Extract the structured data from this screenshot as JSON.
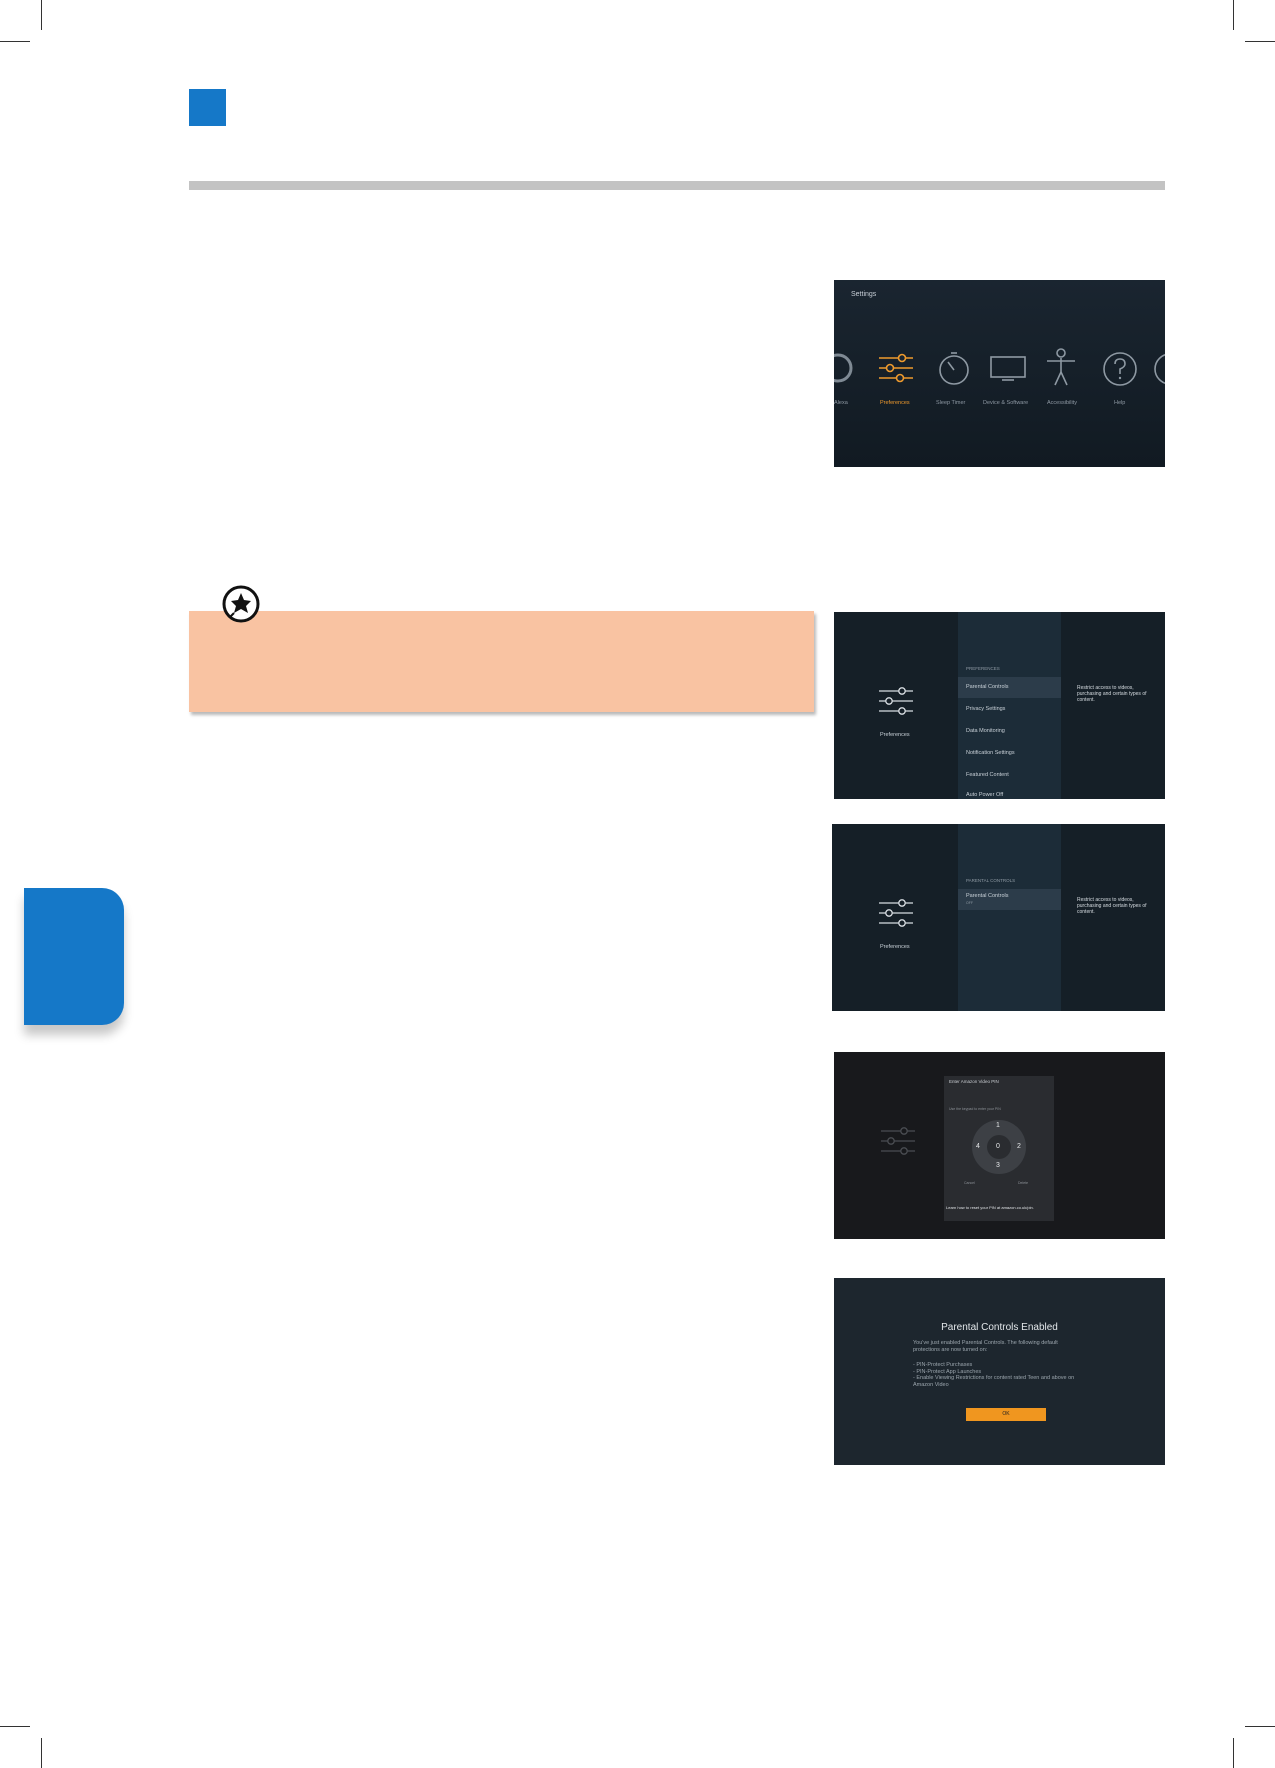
{
  "settings_screen": {
    "title": "Settings",
    "items": [
      {
        "label": "Preferences",
        "icon": "sliders-icon"
      },
      {
        "label": "Sleep Timer",
        "icon": "stopwatch-icon"
      },
      {
        "label": "Device & Software",
        "icon": "tv-icon"
      },
      {
        "label": "Accessibility",
        "icon": "person-icon"
      },
      {
        "label": "Help",
        "icon": "question-icon"
      }
    ],
    "partial_left_label": "Alexa"
  },
  "preferences_screen": {
    "left_label": "Preferences",
    "header": "PREFERENCES",
    "items": [
      "Parental Controls",
      "Privacy Settings",
      "Data Monitoring",
      "Notification Settings",
      "Featured Content",
      "Auto Power Off"
    ],
    "description": "Restrict access to videos, purchasing and certain types of content."
  },
  "parental_screen": {
    "left_label": "Preferences",
    "header": "PARENTAL CONTROLS",
    "item": "Parental Controls",
    "item_sub": "OFF",
    "description": "Restrict access to videos, purchasing and certain types of content."
  },
  "pin_screen": {
    "title": "Enter Amazon Video PIN",
    "hint": "Use the keypad to enter your PIN",
    "digits": {
      "top": "1",
      "center": "0",
      "right": "2",
      "bottom": "3",
      "left": "4"
    },
    "cancel": "Cancel",
    "delete": "Delete",
    "footer": "Learn how to reset your PIN at amazon.co.uk/pin."
  },
  "enabled_screen": {
    "title": "Parental Controls Enabled",
    "body": "You've just enabled Parental Controls. The following default protections are now turned on:",
    "bullets": [
      "- PIN-Protect Purchases",
      "- PIN-Protect App Launches",
      "- Enable Viewing Restrictions for content rated Teen and above on Amazon Video"
    ],
    "ok": "OK"
  }
}
